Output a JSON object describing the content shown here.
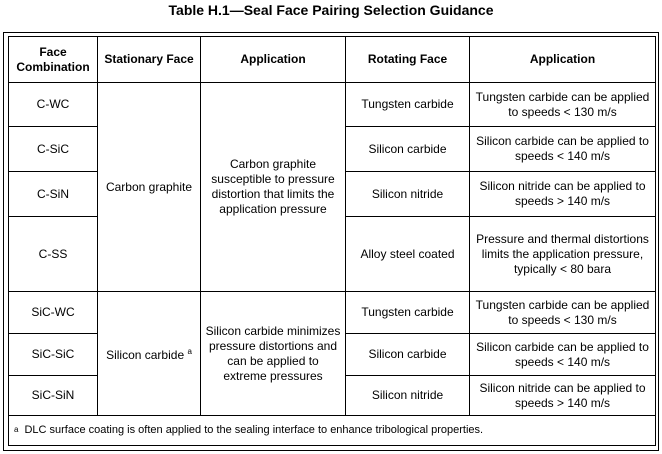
{
  "title": "Table H.1—Seal Face Pairing Selection Guidance",
  "headers": {
    "combination": "Face Combination",
    "stationary": "Stationary Face",
    "application1": "Application",
    "rotating": "Rotating Face",
    "application2": "Application"
  },
  "group1": {
    "stationary": "Carbon graphite",
    "application": "Carbon graphite susceptible to pressure distortion that limits the application pressure",
    "rows": [
      {
        "combination": "C-WC",
        "rotating": "Tungsten carbide",
        "application": "Tungsten carbide can be applied to speeds < 130 m/s"
      },
      {
        "combination": "C-SiC",
        "rotating": "Silicon carbide",
        "application": "Silicon carbide can be applied to speeds < 140 m/s"
      },
      {
        "combination": "C-SiN",
        "rotating": "Silicon nitride",
        "application": "Silicon nitride can be applied to speeds > 140 m/s"
      },
      {
        "combination": "C-SS",
        "rotating": "Alloy steel coated",
        "application": "Pressure and thermal distortions limits the application pressure, typically < 80 bara"
      }
    ]
  },
  "group2": {
    "stationary": "Silicon carbide",
    "stationary_mark": "a",
    "application": "Silicon carbide minimizes pressure distortions and can be applied to extreme pressures",
    "rows": [
      {
        "combination": "SiC-WC",
        "rotating": "Tungsten carbide",
        "application": "Tungsten carbide can be applied to speeds < 130 m/s"
      },
      {
        "combination": "SiC-SiC",
        "rotating": "Silicon carbide",
        "application": "Silicon carbide can be applied to speeds < 140 m/s"
      },
      {
        "combination": "SiC-SiN",
        "rotating": "Silicon nitride",
        "application": "Silicon nitride can be applied to speeds > 140 m/s"
      }
    ]
  },
  "footnote": {
    "mark": "a",
    "text": "DLC surface coating is often applied to the sealing interface to enhance tribological properties."
  }
}
